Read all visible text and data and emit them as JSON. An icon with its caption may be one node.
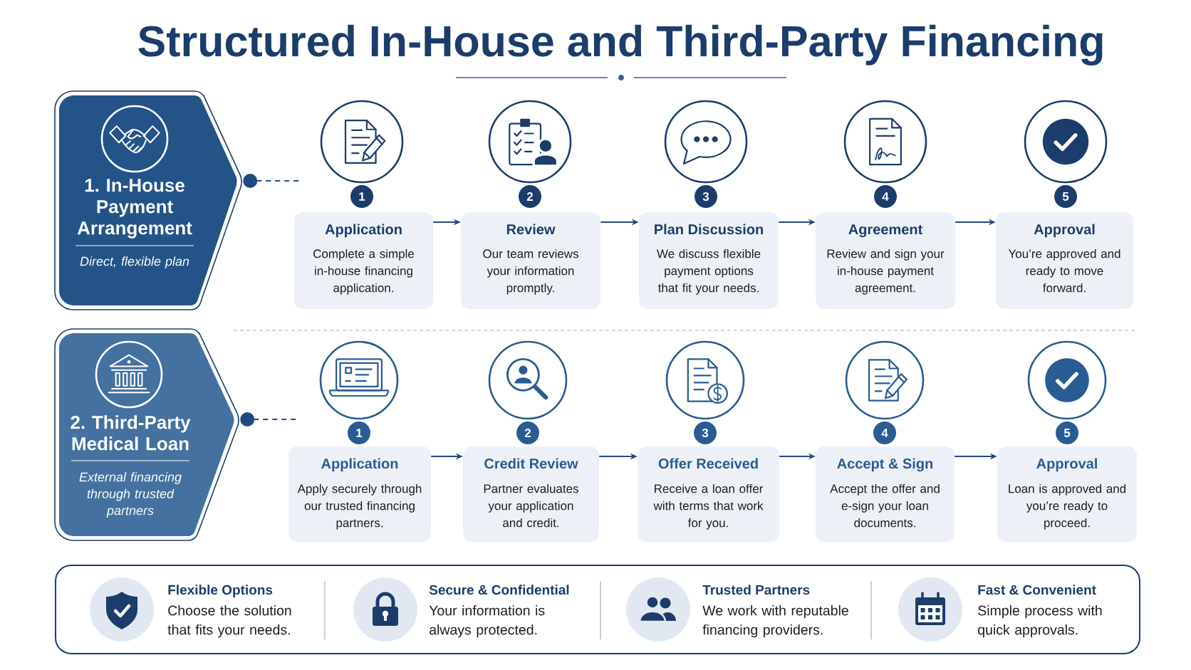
{
  "diagram": {
    "title": "Structured In-House and Third-Party Financing",
    "nodes": [
      {
        "text": [
          "1. In-House Payment Arrangement",
          "Direct, flexible plan"
        ]
      },
      {
        "text": [
          "1"
        ]
      },
      {
        "text": [
          "Application",
          "Complete a simple in-house financing application."
        ]
      },
      {
        "text": [
          "2"
        ]
      },
      {
        "text": [
          "Review",
          "Our team reviews your information promptly."
        ]
      },
      {
        "text": [
          "3"
        ]
      },
      {
        "text": [
          "Plan Discussion",
          "We discuss flexible payment options that fit your needs."
        ]
      },
      {
        "text": [
          "4"
        ]
      },
      {
        "text": [
          "Agreement",
          "Review and sign your in-house payment agreement."
        ]
      },
      {
        "text": [
          "5"
        ]
      },
      {
        "text": [
          "Approval",
          "You’re approved and ready to move forward."
        ]
      },
      {
        "text": [
          "2. Third-Party Medical Loan",
          "External financing through trusted partners"
        ]
      },
      {
        "text": [
          "1"
        ]
      },
      {
        "text": [
          "Application",
          "Apply securely through our trusted financing partners."
        ]
      },
      {
        "text": [
          "2"
        ]
      },
      {
        "text": [
          "Credit Review",
          "Partner evaluates your application and credit."
        ]
      },
      {
        "text": [
          "3"
        ]
      },
      {
        "text": [
          "Offer Received",
          "Receive a loan offer with terms that work for you."
        ]
      },
      {
        "text": [
          "4"
        ]
      },
      {
        "text": [
          "Accept & Sign",
          "Accept the offer and e-sign your loan documents."
        ]
      },
      {
        "text": [
          "5"
        ]
      },
      {
        "text": [
          "Approval",
          "Loan is approved and you’re ready to proceed."
        ]
      },
      {
        "text": [
          "Flexible Options",
          "Choose the solution that fits your needs.",
          "Secure & Confidential",
          "Your information is always protected.",
          "Trusted Partners",
          "We work with reputable financing providers.",
          "Fast & Convenient",
          "Simple process with quick approvals."
        ]
      }
    ],
    "edges": [
      {
        "from": 0,
        "to": null,
        "arrow": "other",
        "style": "dashed"
      },
      {
        "from": 2,
        "to": 4,
        "arrow": "to"
      },
      {
        "from": 4,
        "to": 6,
        "arrow": "to"
      },
      {
        "from": 6,
        "to": 8,
        "arrow": "to"
      },
      {
        "from": 8,
        "to": 10,
        "arrow": "to"
      },
      {
        "from": 11,
        "to": null,
        "arrow": "other",
        "style": "dashed"
      },
      {
        "from": 13,
        "to": 15,
        "arrow": "to"
      },
      {
        "from": 15,
        "to": 17,
        "arrow": "to"
      },
      {
        "from": 17,
        "to": 19,
        "arrow": "to"
      },
      {
        "from": 19,
        "to": 21,
        "arrow": "to"
      }
    ]
  }
}
